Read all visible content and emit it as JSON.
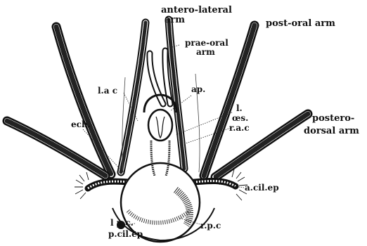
{
  "labels": {
    "antero_lateral_arm_1": "antero-lateral",
    "antero_lateral_arm_2": "arm",
    "post_oral_arm": "post-oral arm",
    "prae_oral_arm_1": "prae-oral",
    "prae_oral_arm_2": "arm",
    "lac": "l.a c",
    "ap": "ap.",
    "l_oes_1": "l.",
    "l_oes_2": "œs.",
    "postero_dorsal_1": "postero-",
    "postero_dorsal_2": "dorsal arm",
    "nac": "r.a.c",
    "ech": "ech.",
    "a_cil_ep": "a.cil.ep",
    "lpc": "l p c.",
    "p_cil_ep": "p.cil.ep",
    "rpc": "r.p.c"
  },
  "colors": {
    "ink": "#111111",
    "paper": "#ffffff"
  }
}
